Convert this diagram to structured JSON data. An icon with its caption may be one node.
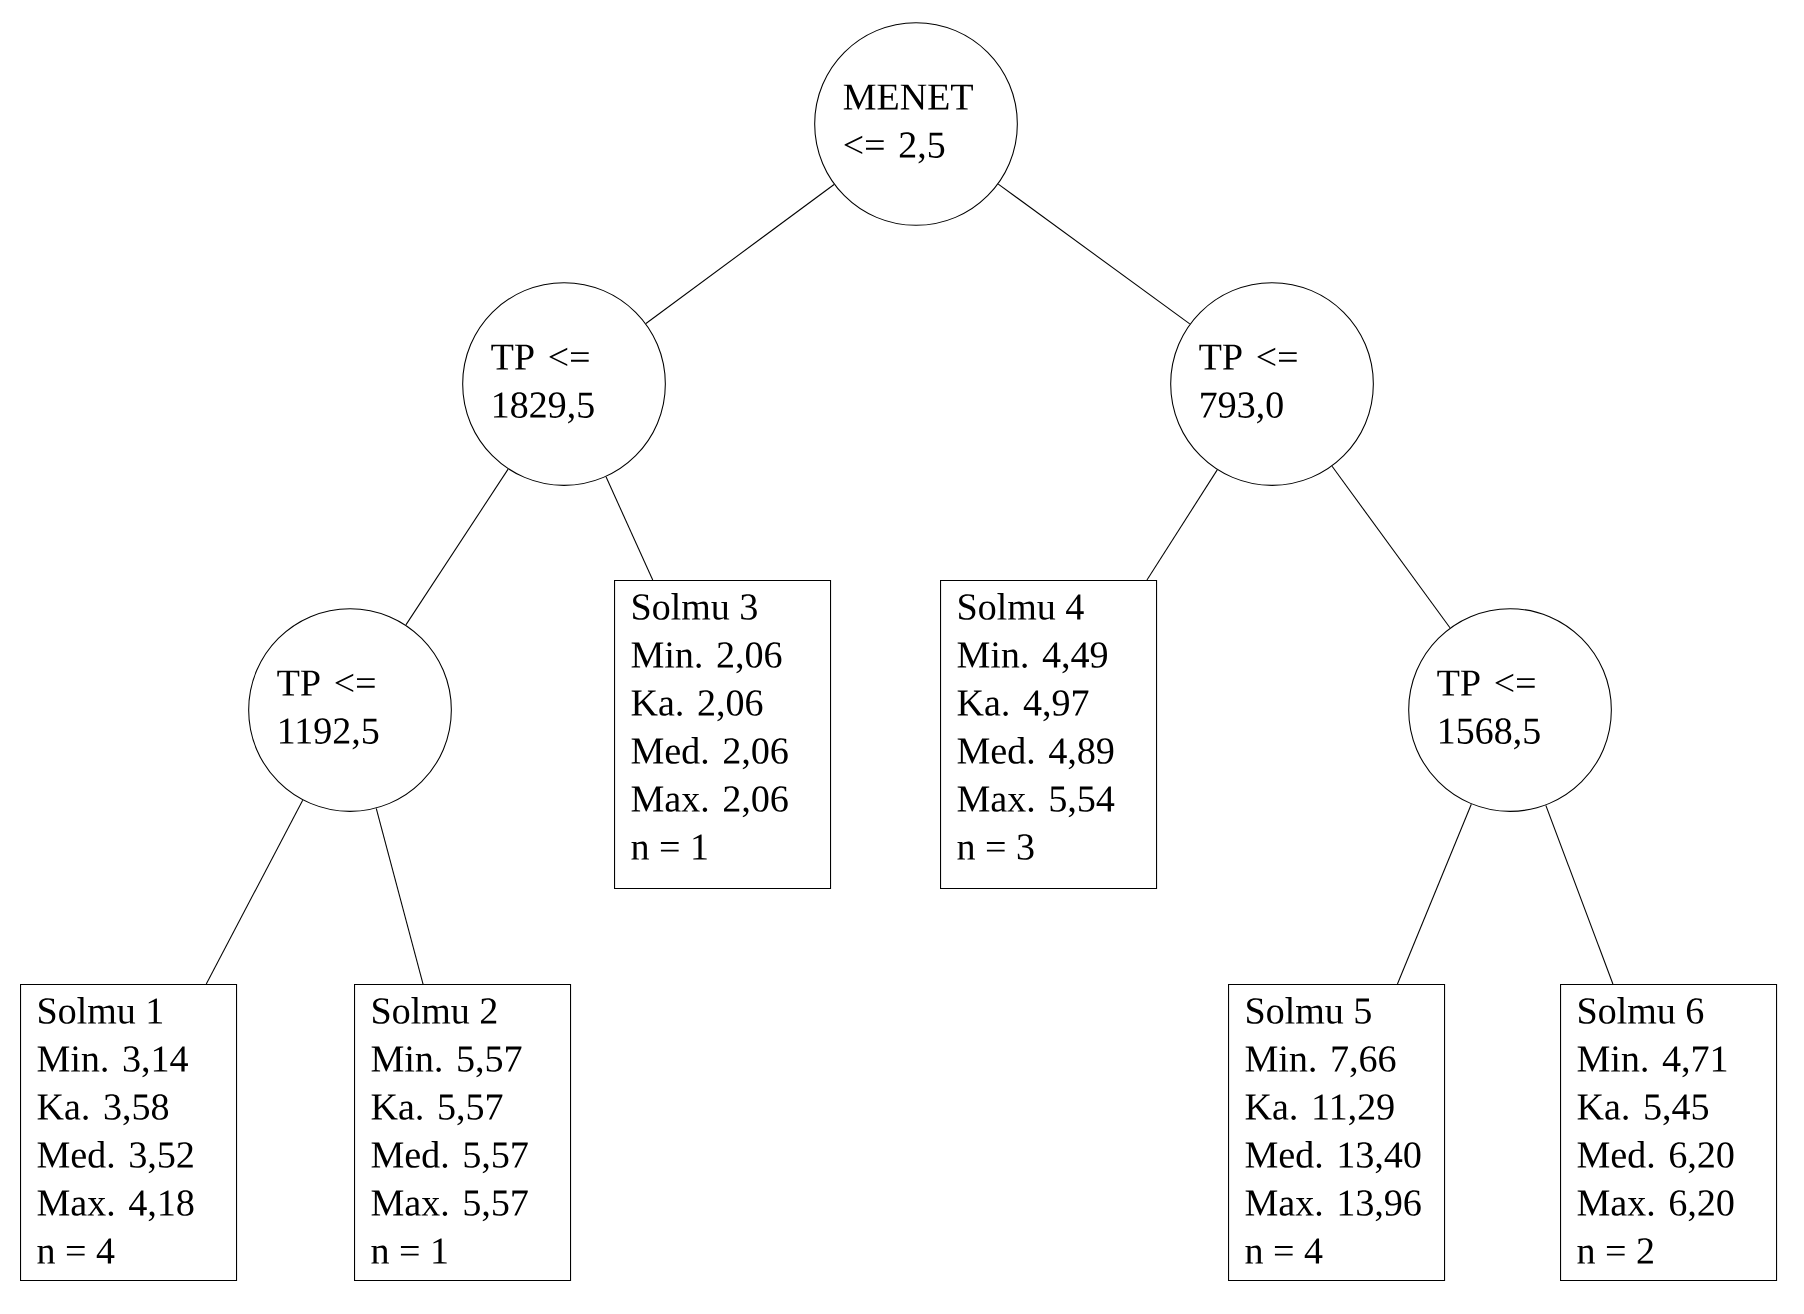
{
  "diagram": {
    "nodes": [
      {
        "text": [
          "MENET <= 2,5"
        ]
      },
      {
        "text": [
          "TP <= 1829,5"
        ]
      },
      {
        "text": [
          "TP <= 793,0"
        ]
      },
      {
        "text": [
          "TP <= 1192,5"
        ]
      },
      {
        "text": [
          "Solmu 3",
          "Min. 2,06",
          "Ka. 2,06",
          "Med. 2,06",
          "Max. 2,06",
          "n = 1"
        ]
      },
      {
        "text": [
          "Solmu 4",
          "Min. 4,49",
          "Ka. 4,97",
          "Med. 4,89",
          "Max. 5,54",
          "n = 3"
        ]
      },
      {
        "text": [
          "TP <= 1568,5"
        ]
      },
      {
        "text": [
          "Solmu 1",
          "Min. 3,14",
          "Ka. 3,58",
          "Med. 3,52",
          "Max. 4,18",
          "n = 4"
        ]
      },
      {
        "text": [
          "Solmu 2",
          "Min. 5,57",
          "Ka. 5,57",
          "Med. 5,57",
          "Max. 5,57",
          "n = 1"
        ]
      },
      {
        "text": [
          "Solmu 5",
          "Min. 7,66",
          "Ka. 11,29",
          "Med. 13,40",
          "Max. 13,96",
          "n = 4"
        ]
      },
      {
        "text": [
          "Solmu 6",
          "Min. 4,71",
          "Ka. 5,45",
          "Med. 6,20",
          "Max. 6,20",
          "n = 2"
        ]
      }
    ],
    "edges": [
      {
        "from": 0,
        "to": 1,
        "arrow": "none"
      },
      {
        "from": 0,
        "to": 2,
        "arrow": "none"
      },
      {
        "from": 1,
        "to": 3,
        "arrow": "none"
      },
      {
        "from": 1,
        "to": 4,
        "arrow": "none"
      },
      {
        "from": 2,
        "to": 5,
        "arrow": "none"
      },
      {
        "from": 2,
        "to": 6,
        "arrow": "none"
      },
      {
        "from": 3,
        "to": 7,
        "arrow": "none"
      },
      {
        "from": 3,
        "to": 8,
        "arrow": "none"
      },
      {
        "from": 6,
        "to": 9,
        "arrow": "none"
      },
      {
        "from": 6,
        "to": 10,
        "arrow": "none"
      }
    ]
  }
}
